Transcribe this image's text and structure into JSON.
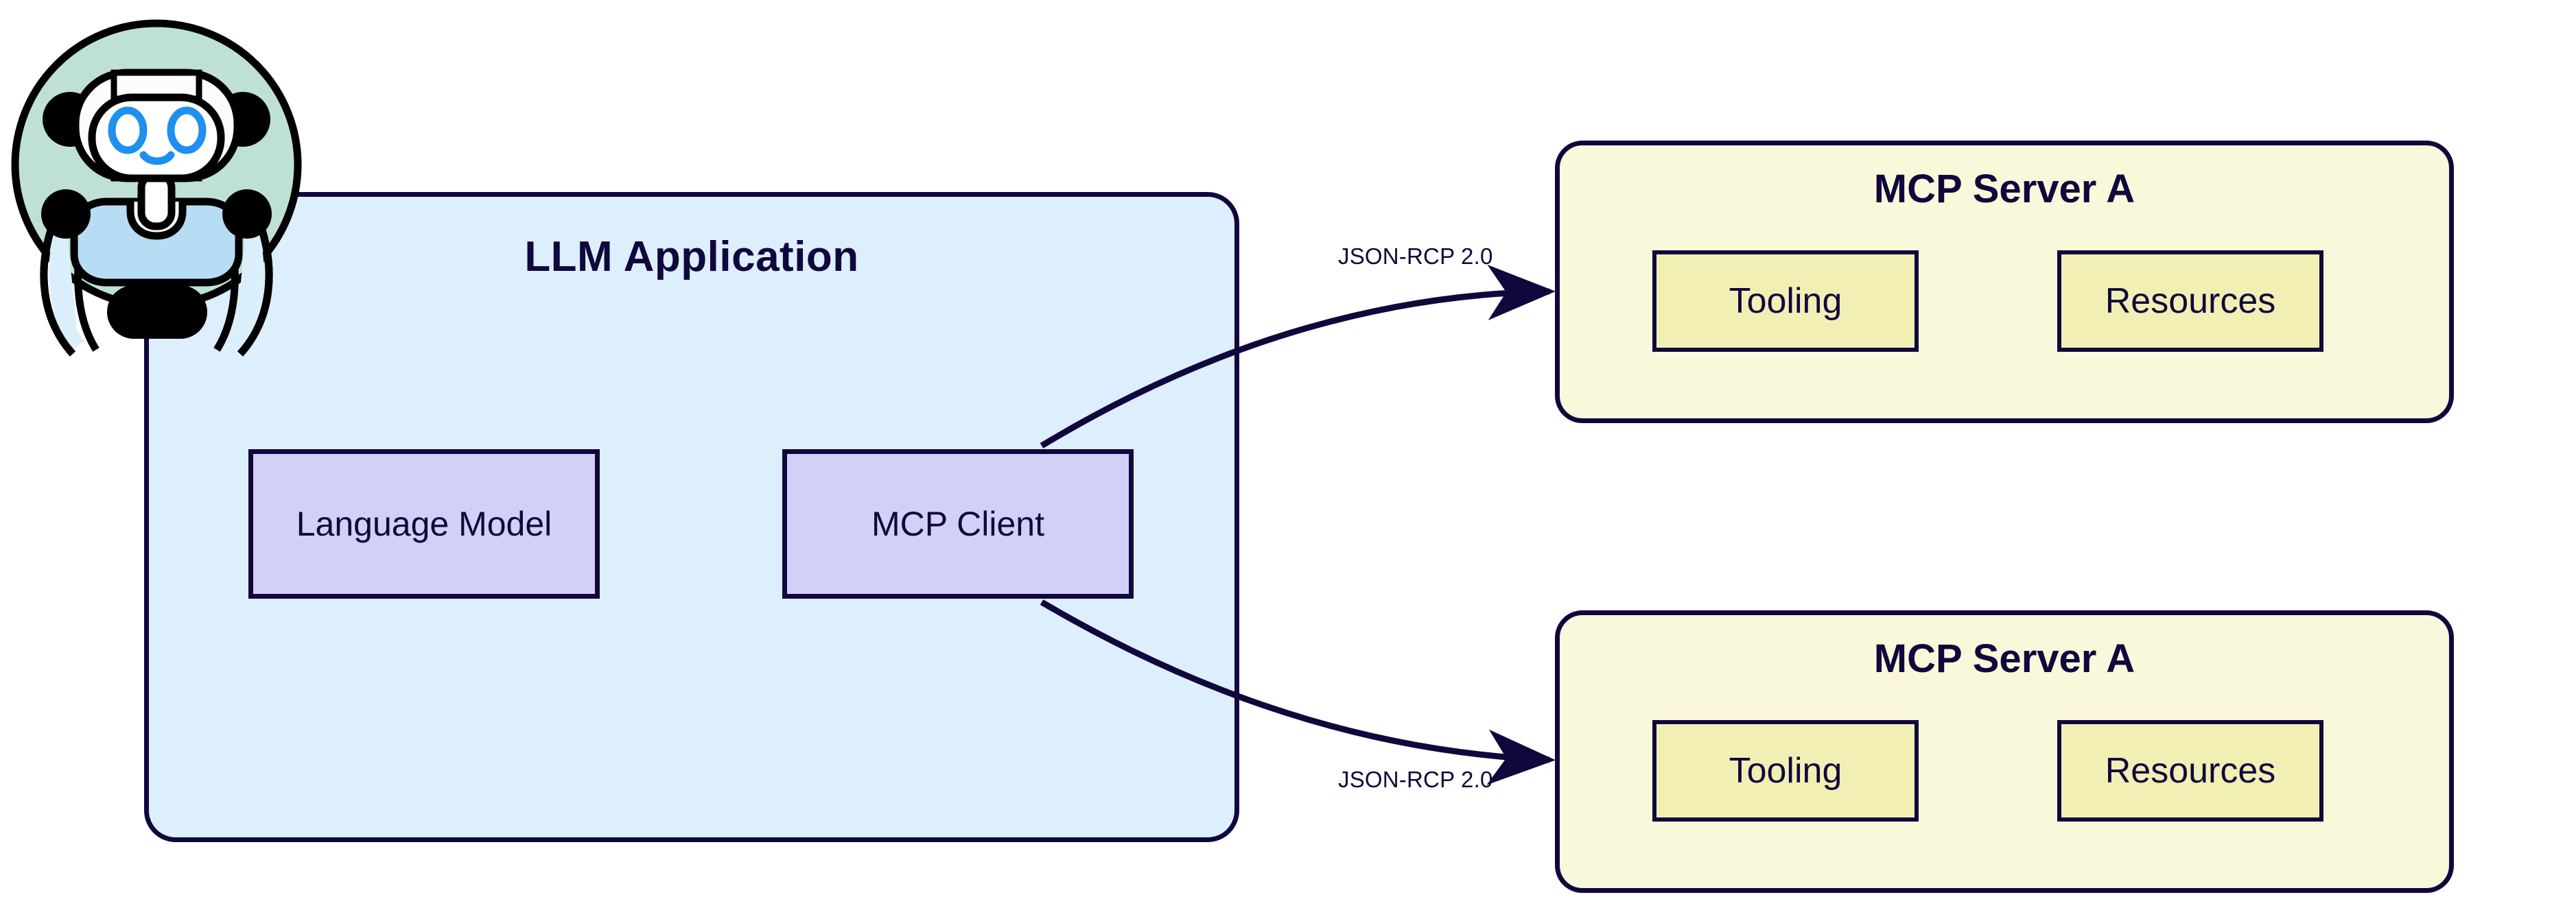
{
  "diagram": {
    "title_hidden": "",
    "colors": {
      "navy": "#10083c",
      "app_fill": "#ddeefc",
      "inner_fill": "#d2d0f7",
      "server_fill": "#faf8da",
      "server_cell_fill": "#f2efb4",
      "robot_bg": "#bfe1d5",
      "robot_body": "#b7ddf5",
      "robot_face": "#ffffff",
      "robot_eye": "#1e90ef",
      "background": "#ffffff"
    },
    "avatar": {
      "name": "robot-assistant-avatar",
      "icon": "robot-icon"
    },
    "llm_application": {
      "title": "LLM Application",
      "components": [
        {
          "label": "Language Model",
          "name": "language-model"
        },
        {
          "label": "MCP Client",
          "name": "mcp-client"
        }
      ]
    },
    "servers": [
      {
        "title": "MCP Server A",
        "cells": [
          {
            "label": "Tooling"
          },
          {
            "label": "Resources"
          }
        ]
      },
      {
        "title": "MCP Server A",
        "cells": [
          {
            "label": "Tooling"
          },
          {
            "label": "Resources"
          }
        ]
      }
    ],
    "connections": [
      {
        "label": "JSON-RCP 2.0",
        "from": "MCP Client",
        "to": "MCP Server A (top)"
      },
      {
        "label": "JSON-RCP 2.0",
        "from": "MCP Client",
        "to": "MCP Server A (bottom)"
      }
    ]
  }
}
